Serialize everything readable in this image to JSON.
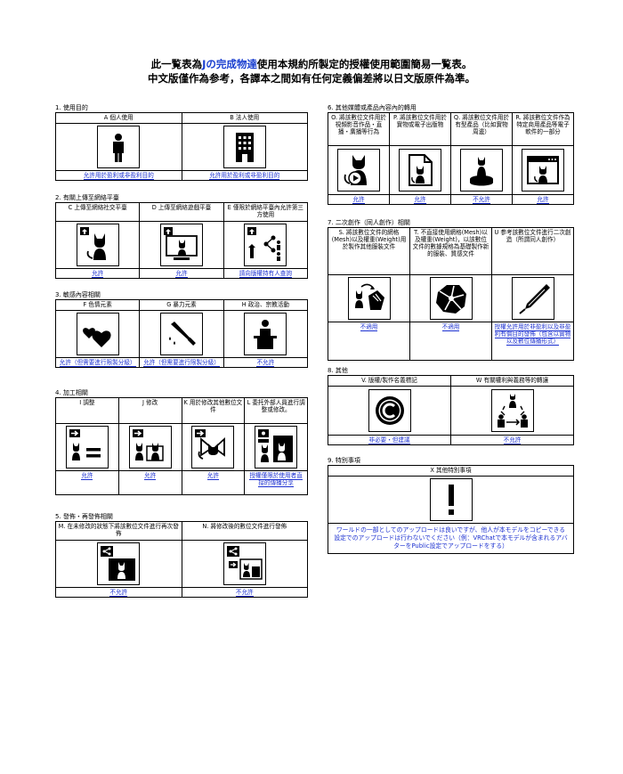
{
  "title": {
    "line1_a": "此一覧表為",
    "line1_b": "J",
    "line1_c": "の完成物達",
    "line1_d": "使用本規約所製定的授權使用範圍簡易一覧表。",
    "line2": "中文版僅作為参考，各譯本之間如有任何定義偏差將以日文版原件為準。"
  },
  "s1": {
    "heading": "1. 使用目的",
    "cols": [
      {
        "label": "A 個人使用",
        "status": "允許用於盈利或非盈利目的",
        "icon": "person-icon"
      },
      {
        "label": "B 法人使用",
        "status": "允許用於盈利或非盈利目的",
        "icon": "building-icon"
      }
    ]
  },
  "s2": {
    "heading": "2. 有關上傳至網絡平臺",
    "cols": [
      {
        "label": "C 上傳至網絡社交平臺",
        "status": "允許",
        "icon": "upload-cat-icon"
      },
      {
        "label": "D 上傳至網絡遊戲平臺",
        "status": "允許",
        "icon": "game-screen-icon"
      },
      {
        "label": "E 僅限於網絡平臺內允許第三方使用",
        "status": "請向版權持有人查詢",
        "icon": "share-users-icon"
      }
    ]
  },
  "s3": {
    "heading": "3. 敏感內容相關",
    "cols": [
      {
        "label": "F 色情元素",
        "status": "允許（但需要進行限製分級）",
        "icon": "hearts-icon"
      },
      {
        "label": "G 暴力元素",
        "status": "允許（但需要進行限製分級）",
        "icon": "knife-icon"
      },
      {
        "label": "H 政治、宗教活動",
        "status": "不允許",
        "icon": "podium-icon"
      }
    ]
  },
  "s4": {
    "heading": "4. 加工相關",
    "cols": [
      {
        "label": "I 調整",
        "status": "允許",
        "icon": "adjust-icon"
      },
      {
        "label": "J 修改",
        "status": "允許",
        "icon": "modify-icon"
      },
      {
        "label": "K 用於修改其他數位文件",
        "status": "允許",
        "icon": "ribbon-icon"
      },
      {
        "label": "L 委托外部人員進行調整或修改。",
        "status": "授權僅限於使用者直接的傳播分享",
        "icon": "delegate-icon"
      }
    ]
  },
  "s5": {
    "heading": "5. 發佈・再發佈相關",
    "cols": [
      {
        "label": "M. 在未修改的狀態下將該數位文件進行再次發佈",
        "status": "不允許",
        "icon": "redistribute-icon"
      },
      {
        "label": "N. 將修改後的數位文件進行發佈",
        "status": "不允許",
        "icon": "modified-share-icon"
      }
    ]
  },
  "s6": {
    "heading": "6. 其他媒體或產品內容內的轉用",
    "cols": [
      {
        "label": "O. 將該數位文件用於視頻影音作品・直播・廣播等行為",
        "status": "允許",
        "icon": "video-cat-icon"
      },
      {
        "label": "P. 將該數位文件用於實物或電子出版物",
        "status": "允許",
        "icon": "document-cat-icon"
      },
      {
        "label": "Q. 將該數位文件用於有型產品（比如實物周邊）",
        "status": "不允許",
        "icon": "figure-icon"
      },
      {
        "label": "R. 將該數位文件作為特定商用產品等電子軟件的一部分",
        "status": "允許",
        "icon": "software-icon"
      }
    ]
  },
  "s7": {
    "heading": "7. 二次創作（同人創作）相關",
    "cols": [
      {
        "label": "S. 將該數位文件的網格(Mesh)以及權重(Weight)用於製作其他服裝文件",
        "status": "不適用",
        "icon": "clothing-arrow-icon"
      },
      {
        "label": "T. 不直接使用網格(Mesh)以及權重(Weight)，以該數位文件的數據規格為基礎製作新的服裝、質感文件",
        "status": "不適用",
        "icon": "texture-icon"
      },
      {
        "label": "U 参考該數位文件進行二次創造（所謂同人創作）",
        "status": "授權允許用於非盈利以及非盈利有償目的發佈（包含以實物以及數位傳播形式）",
        "icon": "pen-icon"
      }
    ]
  },
  "s8": {
    "heading": "8. 其他",
    "cols": [
      {
        "label": "V. 版權/製作名義標記",
        "status": "非必要・但建議",
        "icon": "copyright-icon"
      },
      {
        "label": "W 有關權利與義務等的轉讓",
        "status": "不允許",
        "icon": "transfer-icon"
      }
    ]
  },
  "s9": {
    "heading": "9. 特別事項",
    "label": "X 其他特別事項",
    "icon": "exclamation-icon",
    "note": "ワールドの一部としてのアップロードは良いですが、他人が本モデルをコピーできる設定でのアップロードは行わないでください（例：VRChatで本モデルが含まれるアバターをPublic設定でアップロードをする）"
  }
}
